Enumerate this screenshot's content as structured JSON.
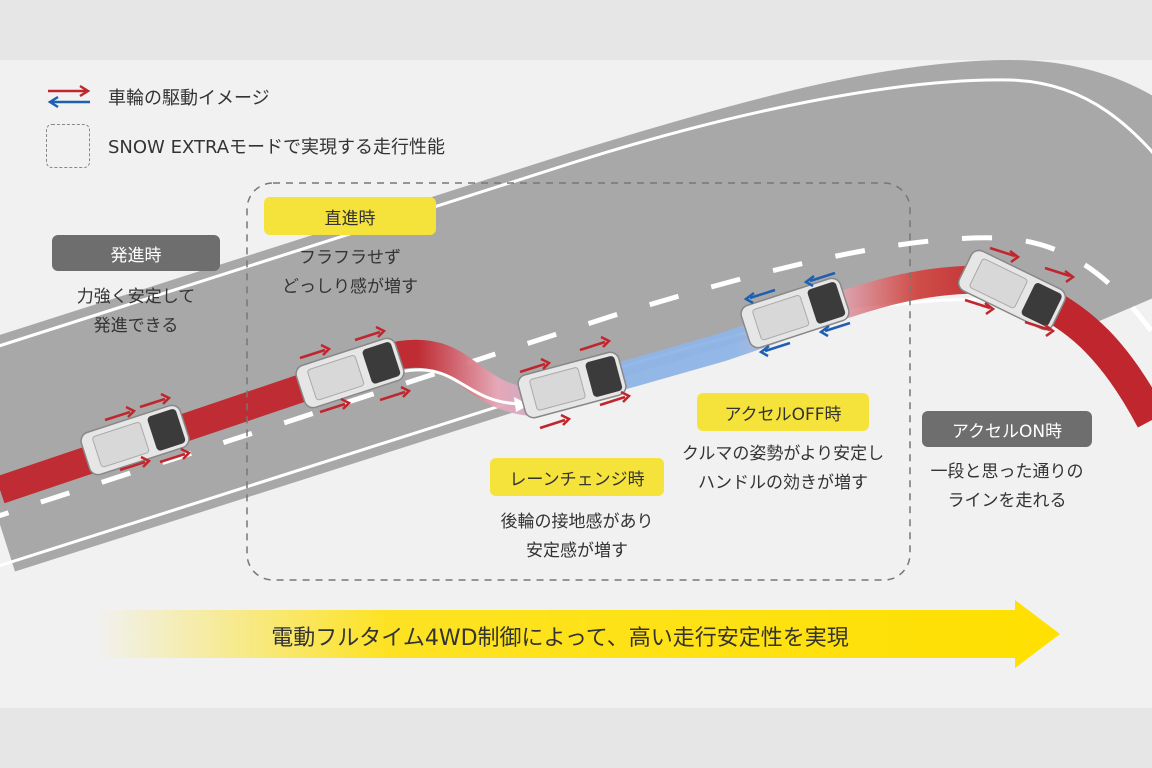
{
  "legend": {
    "drive_label": "車輪の駆動イメージ",
    "snow_label": "SNOW EXTRAモードで実現する走行性能"
  },
  "phases": {
    "start": {
      "label": "発進時",
      "desc": [
        "力強く安定して",
        "発進できる"
      ]
    },
    "straight": {
      "label": "直進時",
      "desc": [
        "フラフラせず",
        "どっしり感が増す"
      ]
    },
    "lane_change": {
      "label": "レーンチェンジ時",
      "desc": [
        "後輪の接地感があり",
        "安定感が増す"
      ]
    },
    "accel_off": {
      "label": "アクセルOFF時",
      "desc": [
        "クルマの姿勢がより安定し",
        "ハンドルの効きが増す"
      ]
    },
    "accel_on": {
      "label": "アクセルON時",
      "desc": [
        "一段と思った通りの",
        "ラインを走れる"
      ]
    }
  },
  "bottom_message": "電動フルタイム4WD制御によって、高い走行安定性を実現",
  "colors": {
    "drive_red": "#c0262d",
    "regen_blue": "#1f5fb0",
    "label_gray": "#6e6e6e",
    "label_yellow": "#f5e23a",
    "road": "#a8a8a8",
    "arrow_yellow": "#ffe000"
  }
}
